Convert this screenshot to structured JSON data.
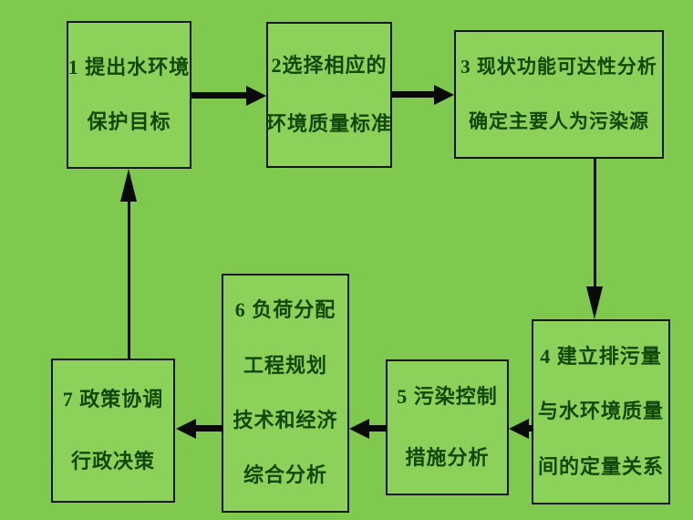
{
  "diagram": {
    "title": "water-environment-planning-flowchart",
    "colors": {
      "background": "#7ec94e",
      "box_fill": "#8cd15a",
      "box_border": "#161616",
      "text": "#11470a",
      "arrow": "#0a0a0a"
    },
    "nodes": [
      {
        "id": "1",
        "lines": [
          "1 提出水环境",
          "保护目标"
        ]
      },
      {
        "id": "2",
        "lines": [
          "2选择相应的",
          "环境质量标准"
        ]
      },
      {
        "id": "3",
        "lines": [
          "3 现状功能可达性分析",
          "确定主要人为污染源"
        ]
      },
      {
        "id": "4",
        "lines": [
          "4 建立排污量",
          "与水环境质量",
          "间的定量关系"
        ]
      },
      {
        "id": "5",
        "lines": [
          "5 污染控制",
          "措施分析"
        ]
      },
      {
        "id": "6",
        "lines": [
          "6 负荷分配",
          "工程规划",
          "技术和经济",
          "综合分析"
        ]
      },
      {
        "id": "7",
        "lines": [
          "7 政策协调",
          "行政决策"
        ]
      }
    ],
    "edges": [
      {
        "from": "1",
        "to": "2",
        "direction": "right"
      },
      {
        "from": "2",
        "to": "3",
        "direction": "right"
      },
      {
        "from": "3",
        "to": "4",
        "direction": "down"
      },
      {
        "from": "4",
        "to": "5",
        "direction": "left"
      },
      {
        "from": "5",
        "to": "6",
        "direction": "left"
      },
      {
        "from": "6",
        "to": "7",
        "direction": "left"
      },
      {
        "from": "7",
        "to": "1",
        "direction": "up"
      }
    ]
  }
}
